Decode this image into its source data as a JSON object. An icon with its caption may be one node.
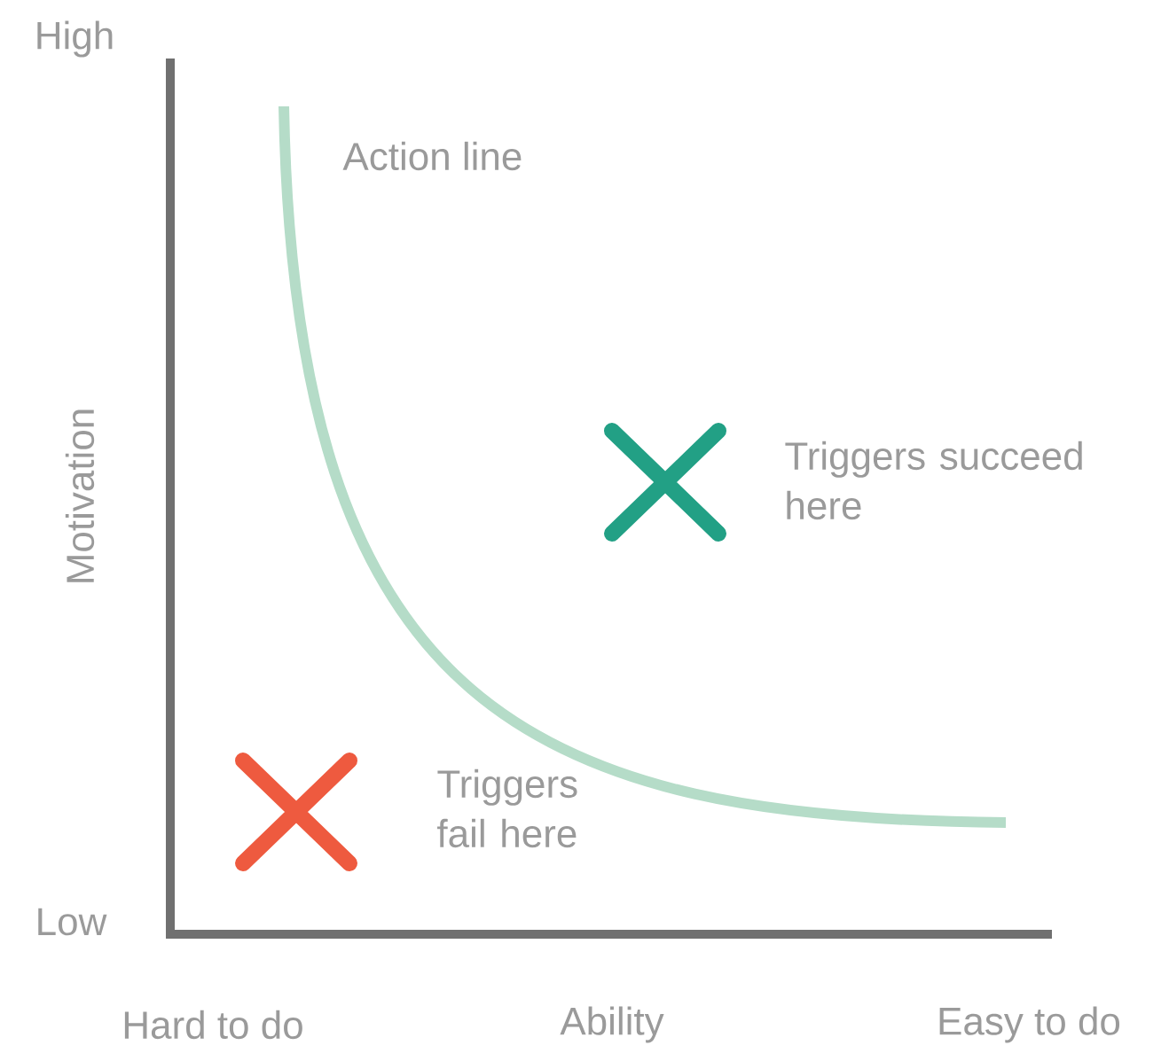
{
  "diagram": {
    "labels": [
      "High",
      "Action line",
      "Motivation",
      "Triggers succeed here",
      "Triggers fail here",
      "Low",
      "Hard to do",
      "Ability",
      "Easy to do"
    ]
  }
}
